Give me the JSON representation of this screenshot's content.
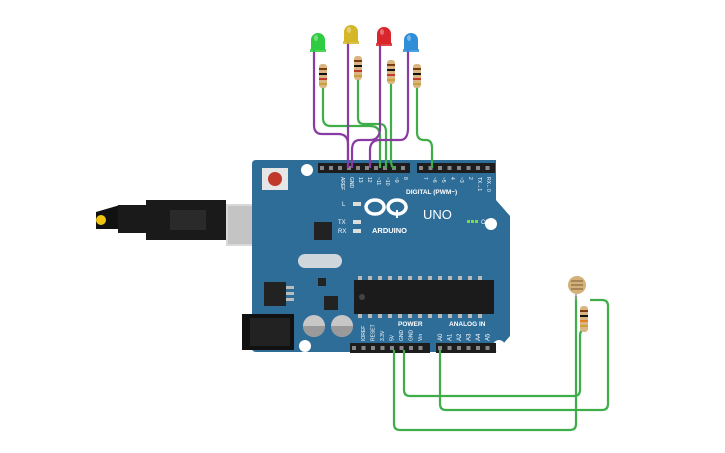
{
  "board": {
    "model": "UNO",
    "brand": "ARDUINO",
    "digital_label": "DIGITAL (PWM~)",
    "power_label": "POWER",
    "analog_label": "ANALOG IN",
    "on_label": "ON",
    "led_labels": [
      "L",
      "TX",
      "RX"
    ],
    "digital_pins": [
      "AREF",
      "GND",
      "13",
      "12",
      "~11",
      "~10",
      "~9",
      "8",
      "7",
      "~6",
      "~5",
      "4",
      "~3",
      "2",
      "TX→1",
      "RX←0"
    ],
    "power_pins": [
      "IOREF",
      "RESET",
      "3.3V",
      "5V",
      "GND",
      "GND",
      "Vin"
    ],
    "analog_pins": [
      "A0",
      "A1",
      "A2",
      "A3",
      "A4",
      "A5"
    ]
  },
  "components": {
    "leds": [
      {
        "name": "led-green",
        "color": "#2ecc40"
      },
      {
        "name": "led-yellow",
        "color": "#d4b82a"
      },
      {
        "name": "led-red",
        "color": "#d9262c"
      },
      {
        "name": "led-blue",
        "color": "#2e8fd8"
      }
    ],
    "wire_colors": {
      "purple": "#8a3aa3",
      "green": "#3fae49"
    }
  }
}
